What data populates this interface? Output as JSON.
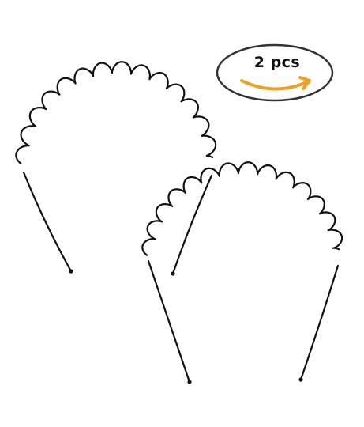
{
  "product": {
    "quantity_badge": {
      "label": "2 pcs",
      "outline_color": "#333333",
      "arrow_color": "#f0a020"
    },
    "items": [
      {
        "name": "wavy-metal-headband-back",
        "color": "#111111"
      },
      {
        "name": "wavy-metal-headband-front",
        "color": "#111111"
      }
    ]
  }
}
